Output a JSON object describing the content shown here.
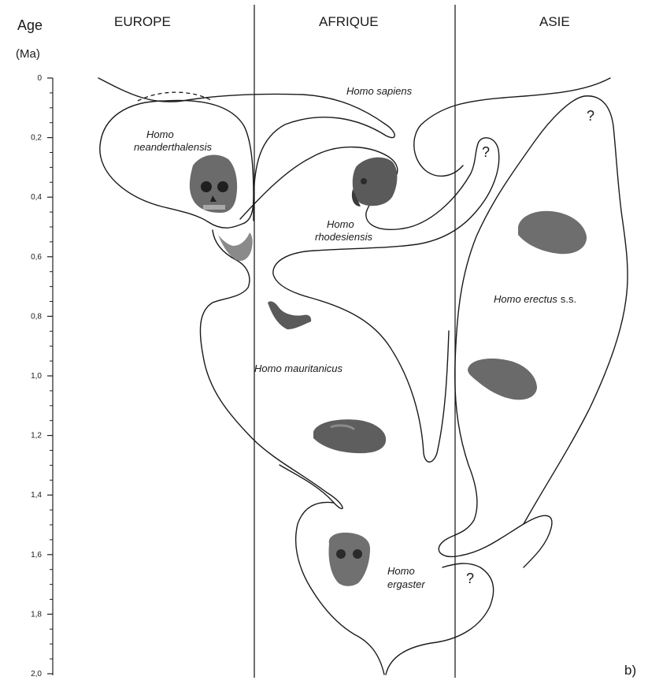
{
  "axis": {
    "title": "Age",
    "unit": "(Ma)",
    "ticks": [
      "0",
      "0,2",
      "0,4",
      "0,6",
      "0,8",
      "1,0",
      "1,2",
      "1,4",
      "1,6",
      "1,8",
      "2,0"
    ]
  },
  "regions": {
    "europe": "EUROPE",
    "africa": "AFRIQUE",
    "asia": "ASIE"
  },
  "species": {
    "sapiens": "Homo sapiens",
    "neanderthalensis_genus": "Homo",
    "neanderthalensis_species": "neanderthalensis",
    "rhodesiensis_genus": "Homo",
    "rhodesiensis_species": "rhodesiensis",
    "erectus_name": "Homo erectus",
    "erectus_suffix": "s.s.",
    "mauritanicus": "Homo mauritanicus",
    "ergaster_genus": "Homo",
    "ergaster_species": "ergaster"
  },
  "question_mark": "?",
  "panel_label": "b)",
  "icons": [
    "neanderthal-skull-icon",
    "rhodesiensis-skull-icon",
    "mandible-icon",
    "mauritanicus-mandible-icon",
    "erectus-skull-icon",
    "erectus-calvaria-icon",
    "mauritanicus-calvaria-icon",
    "ergaster-skull-icon"
  ],
  "colors": {
    "line": "#1a1a1a",
    "skull_dark": "#4a4a4a",
    "skull_mid": "#7a7a7a",
    "skull_light": "#a8a8a8"
  }
}
